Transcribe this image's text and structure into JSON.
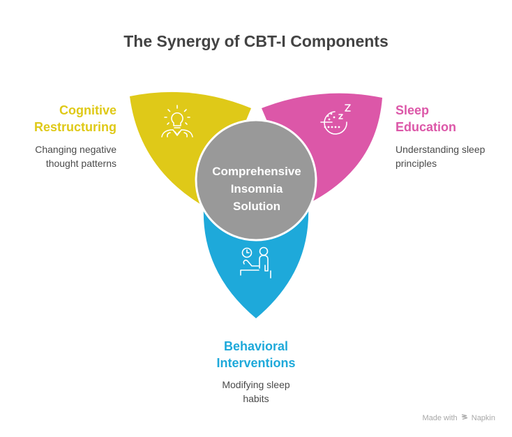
{
  "title": "The Synergy of CBT-I Components",
  "center": {
    "lines": [
      "Comprehensive",
      "Insomnia",
      "Solution"
    ],
    "color": "#999999"
  },
  "components": [
    {
      "id": "cognitive",
      "title_lines": [
        "Cognitive",
        "Restructuring"
      ],
      "description_lines": [
        "Changing negative",
        "thought patterns"
      ],
      "color": "#DFC918",
      "icon": "lightbulb-person-icon"
    },
    {
      "id": "sleep-education",
      "title_lines": [
        "Sleep",
        "Education"
      ],
      "description_lines": [
        "Understanding sleep",
        "principles"
      ],
      "color": "#DC57A8",
      "icon": "sleep-zzz-icon"
    },
    {
      "id": "behavioral",
      "title_lines": [
        "Behavioral",
        "Interventions"
      ],
      "description_lines": [
        "Modifying sleep",
        "habits"
      ],
      "color": "#1EA9DA",
      "icon": "therapy-session-icon"
    }
  ],
  "footer": {
    "prefix": "Made with",
    "brand": "Napkin",
    "icon": "napkin-logo-icon"
  }
}
